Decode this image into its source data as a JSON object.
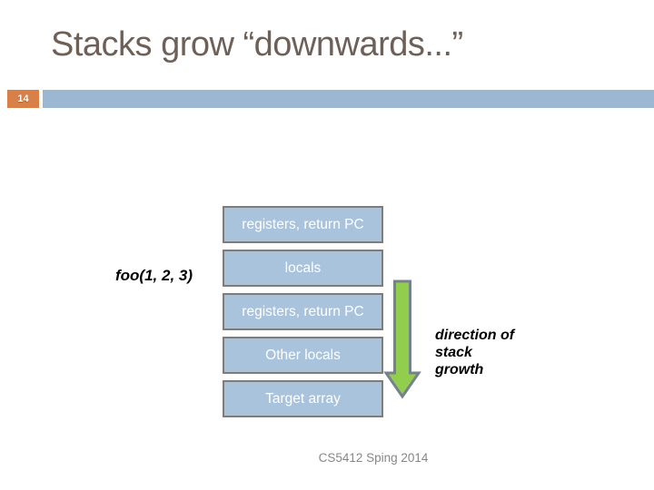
{
  "header": {
    "title": "Stacks grow “downwards...”",
    "slide_number": "14"
  },
  "stack": {
    "frame_label": "foo(1, 2, 3)",
    "boxes": [
      {
        "label": "registers, return PC"
      },
      {
        "label": "locals"
      },
      {
        "label": "registers, return PC"
      },
      {
        "label": "Other locals"
      },
      {
        "label": "Target array"
      }
    ]
  },
  "arrow": {
    "icon": "down-arrow-icon",
    "caption_lines": {
      "0": "direction of",
      "1": "stack",
      "2": "growth"
    }
  },
  "footer": {
    "text": "CS5412 Sping 2014"
  },
  "colors": {
    "title_text": "#6e6057",
    "accent_orange": "#d98049",
    "accent_blue_bar": "#9bb7d1",
    "box_fill": "#a8c3db",
    "box_border": "#7d7d7d",
    "box_text": "#ffffff",
    "arrow_green": "#92ce4e",
    "arrow_border": "#75828e",
    "footer_text": "#878787"
  }
}
